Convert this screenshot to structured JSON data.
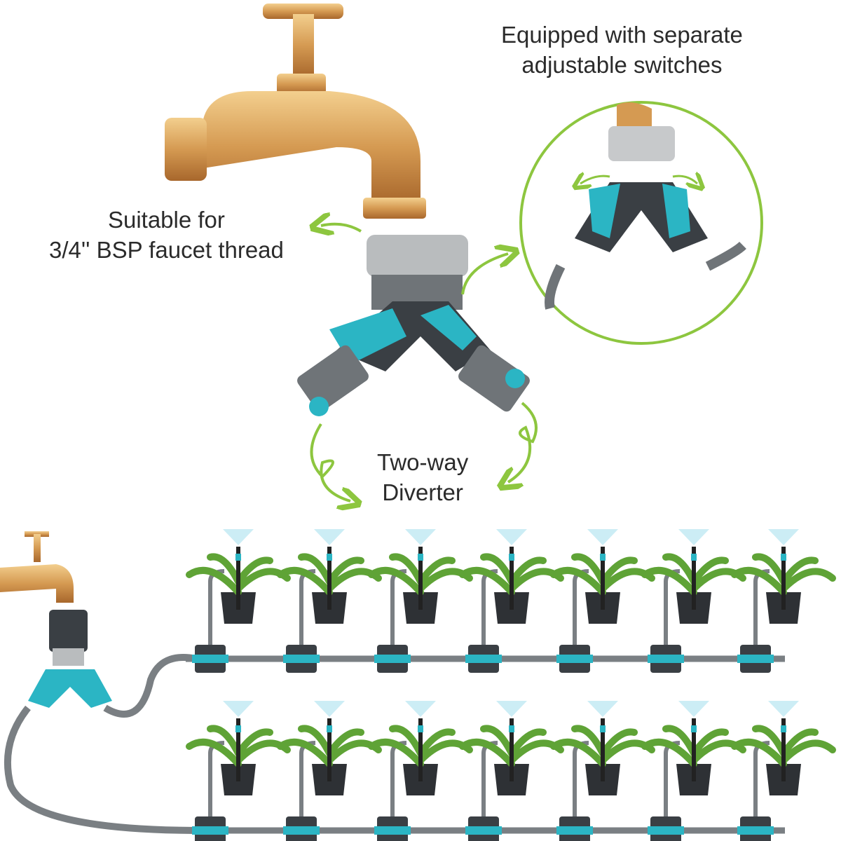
{
  "captions": {
    "switches": [
      "Equipped with separate",
      "adjustable switches"
    ],
    "thread": [
      "Suitable for",
      "3/4'' BSP faucet thread"
    ],
    "diverter": [
      "Two-way",
      "Diverter"
    ]
  },
  "colors": {
    "accent_green": "#8dc63f",
    "teal": "#2bb5c4",
    "dark_grey": "#3a3f44",
    "light_grey": "#b9bcbe",
    "brass": "#d9a25a"
  },
  "layout_counts": {
    "plant_rows": 2,
    "plants_per_row": 7
  }
}
